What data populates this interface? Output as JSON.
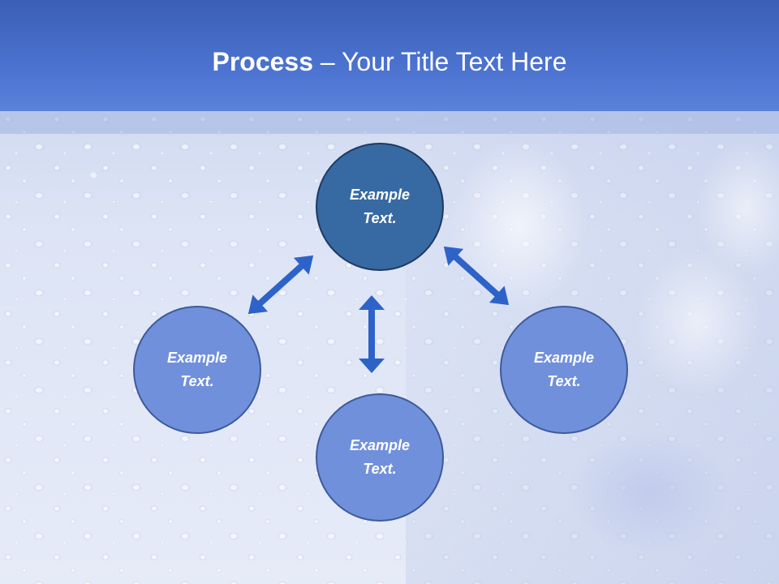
{
  "slide": {
    "title_bold": "Process",
    "title_separator": " – ",
    "title_rest": "Your Title Text Here"
  },
  "nodes": {
    "top": {
      "line1": "Example",
      "line2": "Text."
    },
    "left": {
      "line1": "Example",
      "line2": "Text."
    },
    "right": {
      "line1": "Example",
      "line2": "Text."
    },
    "bottom": {
      "line1": "Example",
      "line2": "Text."
    }
  },
  "colors": {
    "header": "#4b72cf",
    "node_dark": "#376aa3",
    "node_light": "#7090dc",
    "arrow": "#2d63c8"
  }
}
